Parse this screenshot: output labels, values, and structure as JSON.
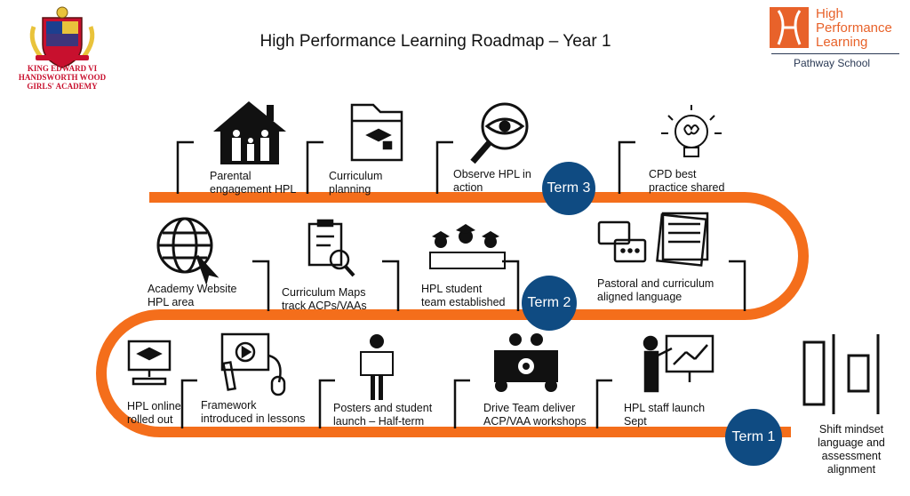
{
  "title": "High Performance Learning Roadmap – Year 1",
  "school": {
    "crest_line1": "KING EDWARD VI",
    "crest_line2": "HANDSWORTH WOOD",
    "crest_line3": "GIRLS' ACADEMY"
  },
  "hpl_logo": {
    "line1": "High",
    "line2": "Performance",
    "line3": "Learning",
    "subtitle": "Pathway School"
  },
  "terms": [
    {
      "label": "Term 1"
    },
    {
      "label": "Term 2"
    },
    {
      "label": "Term 3"
    }
  ],
  "milestones": {
    "term1": [
      {
        "line1": "HPL online",
        "line2": "rolled out",
        "icon": "computer-icon"
      },
      {
        "line1": "Framework",
        "line2": "introduced in lessons",
        "icon": "video-lesson-icon"
      },
      {
        "line1": "Posters and student",
        "line2": "launch – Half-term",
        "icon": "poster-person-icon"
      },
      {
        "line1": "Drive Team deliver",
        "line2": "ACP/VAA workshops",
        "icon": "team-meeting-icon"
      },
      {
        "line1": "HPL staff launch",
        "line2": "Sept",
        "icon": "presentation-icon"
      }
    ],
    "term2": [
      {
        "line1": "Academy Website",
        "line2": "HPL area",
        "icon": "globe-icon"
      },
      {
        "line1": "Curriculum Maps",
        "line2": "track ACPs/VAAs",
        "icon": "clipboard-search-icon"
      },
      {
        "line1": "HPL student",
        "line2": "team established",
        "icon": "graduates-icon"
      },
      {
        "line1": "Pastoral and curriculum",
        "line2": "aligned language",
        "icon": "chat-documents-icon"
      }
    ],
    "term3": [
      {
        "line1": "Parental",
        "line2": "engagement HPL",
        "icon": "family-home-icon"
      },
      {
        "line1": "Curriculum",
        "line2": "planning",
        "icon": "folder-icon"
      },
      {
        "line1": "Observe HPL in",
        "line2": "action",
        "icon": "eye-magnifier-icon"
      },
      {
        "line1": "CPD best",
        "line2": "practice shared",
        "icon": "brain-bulb-icon"
      }
    ]
  },
  "start": {
    "line1": "Shift mindset",
    "line2": "language and",
    "line3": "assessment",
    "line4": "alignment"
  },
  "colors": {
    "road": "#f46e1b",
    "term_circle": "#0f4b82",
    "crest_text": "#c8102e",
    "hpl_orange": "#e8622a"
  }
}
